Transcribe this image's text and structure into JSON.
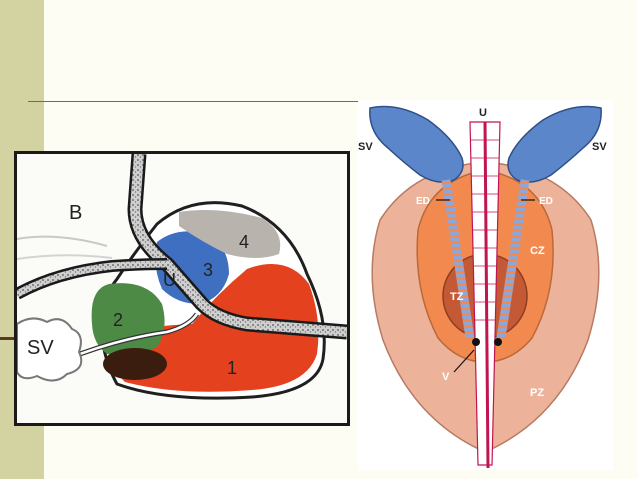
{
  "left_diagram": {
    "labels": {
      "b": "B",
      "u": "U",
      "sv": "SV",
      "zone1": "1",
      "zone2": "2",
      "zone3": "3",
      "zone4": "4"
    },
    "colors": {
      "zone1": "#e4421e",
      "zone2": "#4d8a45",
      "zone3": "#3f6fc0",
      "zone4": "#b9b3ae",
      "dark_region": "#3b1d10"
    }
  },
  "right_diagram": {
    "labels": {
      "u": "U",
      "sv_left": "SV",
      "sv_right": "SV",
      "ed_left": "ED",
      "ed_right": "ED",
      "cz": "CZ",
      "tz": "TZ",
      "pz": "PZ",
      "v": "V"
    },
    "colors": {
      "pz": "#edb39a",
      "cz": "#f2894f",
      "tz": "#c45a35",
      "seminal_vesicle": "#5b86c9",
      "urethra_line": "#c0154e"
    }
  }
}
